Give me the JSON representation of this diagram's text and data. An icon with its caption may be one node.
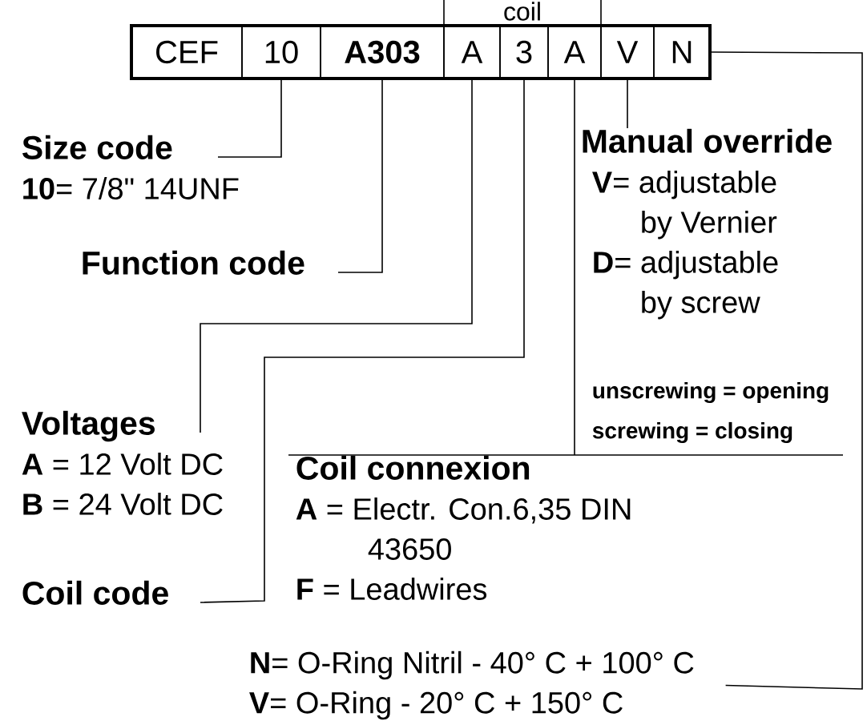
{
  "diagram": {
    "nodes": [
      {
        "text": [
          "coil"
        ]
      },
      {
        "text": [
          "CEF"
        ]
      },
      {
        "text": [
          "10"
        ]
      },
      {
        "text": [
          "A303"
        ]
      },
      {
        "text": [
          "A"
        ]
      },
      {
        "text": [
          "3"
        ]
      },
      {
        "text": [
          "A"
        ]
      },
      {
        "text": [
          "V"
        ]
      },
      {
        "text": [
          "N"
        ]
      },
      {
        "text": [
          "Size code",
          "**10**= 7/8\" 14UNF"
        ]
      },
      {
        "text": [
          "Manual override",
          "**V**= adjustable by Vernier",
          "**D**= adjustable by screw"
        ]
      },
      {
        "text": [
          "Function code"
        ]
      },
      {
        "text": [
          "Voltages",
          "**A** = 12 Volt DC",
          "**B** = 24 Volt DC"
        ]
      },
      {
        "text": [
          "Coil connexion",
          "**A** = Electr. Con.6,35 DIN 43650",
          "**F** = Leadwires"
        ]
      },
      {
        "text": [
          "Coil code"
        ]
      },
      {
        "text": [
          "**N**= O-Ring Nitril - 40° C + 100° C",
          "**V**= O-Ring - 20° C + 150° C"
        ]
      }
    ],
    "edges": [
      {
        "from": 9,
        "to": 2,
        "arrow": "none"
      },
      {
        "from": 11,
        "to": 3,
        "arrow": "none"
      },
      {
        "from": 12,
        "to": 4,
        "arrow": "none"
      },
      {
        "from": 14,
        "to": 5,
        "arrow": "none"
      },
      {
        "from": 13,
        "to": 6,
        "arrow": "none"
      },
      {
        "from": 10,
        "to": 7,
        "arrow": "none"
      },
      {
        "from": 15,
        "to": 8,
        "arrow": "none"
      }
    ],
    "labels": [
      "unscrewing = opening",
      "screwing = closing"
    ]
  }
}
